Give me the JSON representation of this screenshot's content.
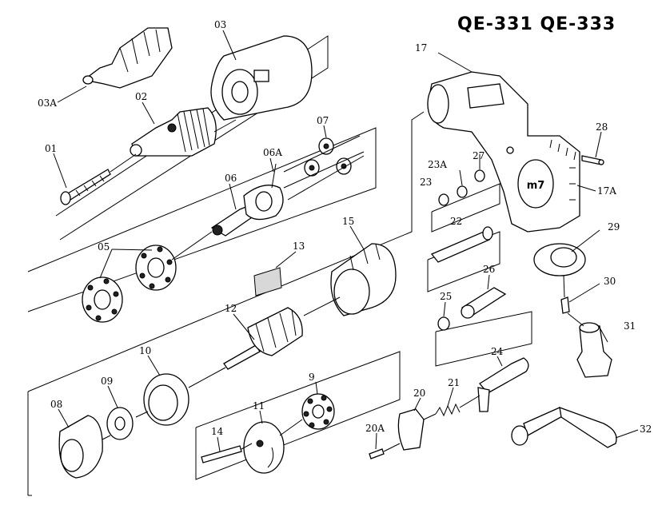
{
  "title": "QE-331 QE-333",
  "logo_text": "m7",
  "callouts": {
    "c01": "01",
    "c02": "02",
    "c03": "03",
    "c03a": "03A",
    "c05": "05",
    "c06": "06",
    "c06a": "06A",
    "c07": "07",
    "c08": "08",
    "c09": "09",
    "c10": "10",
    "c11": "11",
    "c12": "12",
    "c13": "13",
    "c14": "14",
    "c15": "15",
    "c17": "17",
    "c17a": "17A",
    "c20": "20",
    "c20a": "20A",
    "c21": "21",
    "c22": "22",
    "c23": "23",
    "c23a": "23A",
    "c24": "24",
    "c25": "25",
    "c26": "26",
    "c27": "27",
    "c28": "28",
    "c29": "29",
    "c30": "30",
    "c31": "31",
    "c32": "32",
    "c9": "9"
  }
}
